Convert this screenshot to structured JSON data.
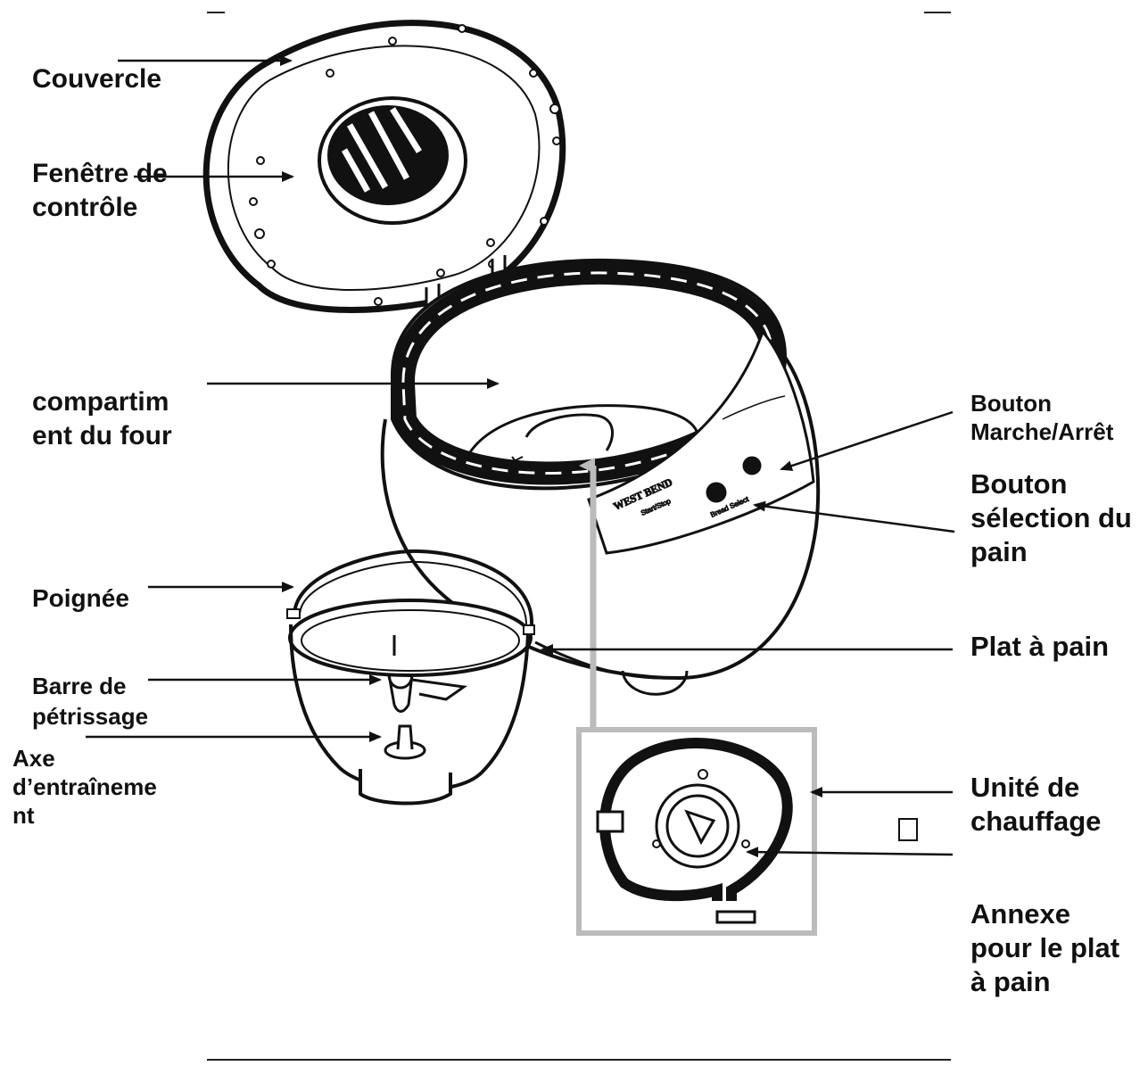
{
  "labels": {
    "couvercle": "Couvercle",
    "fenetre": "Fenêtre de\ncontrôle",
    "compartiment": "compartim\nent du four",
    "poignee": "Poignée",
    "barre": "Barre de\npétrissage",
    "axe": "    Axe\nd’entraîneme\nnt",
    "bouton_marche": "Bouton\nMarche/Arrêt",
    "bouton_selection": "Bouton\nsélection du\npain",
    "plat": "Plat à pain",
    "unite": "Unité de\nchauffage",
    "annexe": "Annexe\npour le plat\nà pain"
  },
  "device_text": {
    "brand": "WEST BEND",
    "panel_left": "Start/Stop",
    "panel_right": "Bread Select"
  },
  "colors": {
    "ink": "#111111",
    "inset_frame": "#b8b8b8"
  }
}
